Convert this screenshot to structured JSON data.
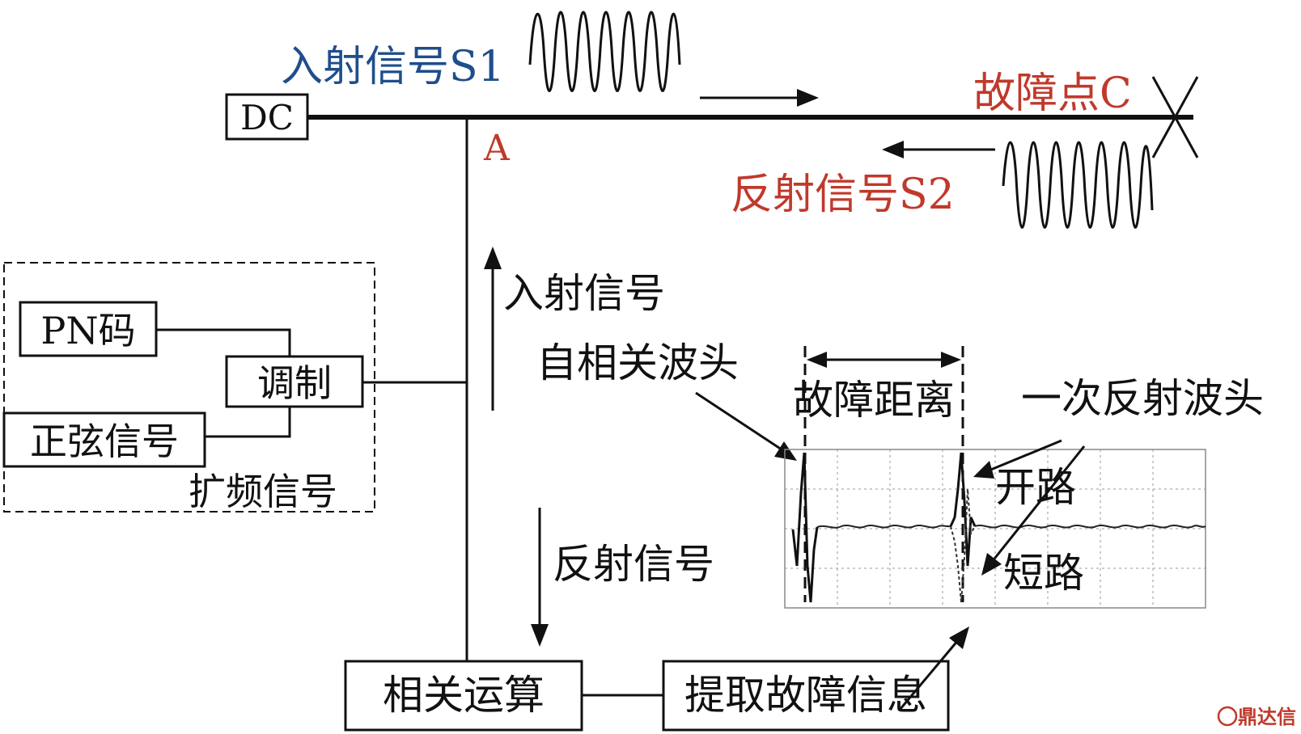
{
  "labels": {
    "dc": "DC",
    "incident_signal_s1": "入射信号S1",
    "fault_point_c": "故障点C",
    "node_a": "A",
    "reflected_signal_s2": "反射信号S2",
    "pn_code": "PN码",
    "modulation": "调制",
    "sine_signal": "正弦信号",
    "spread_signal": "扩频信号",
    "incident_signal": "入射信号",
    "reflected_signal": "反射信号",
    "autocorrelation_head": "自相关波头",
    "fault_distance": "故障距离",
    "first_reflection_head": "一次反射波头",
    "open_circuit": "开路",
    "short_circuit": "短路",
    "correlation_op": "相关运算",
    "extract_fault_info": "提取故障信息"
  },
  "logo": {
    "text": "鼎达信",
    "color": "#c0392b"
  },
  "colors": {
    "blue": "#1f4e8c",
    "red": "#c0392b",
    "line": "#111111"
  }
}
